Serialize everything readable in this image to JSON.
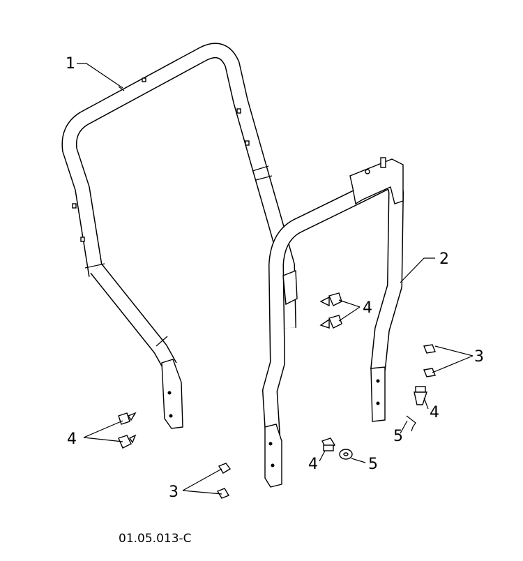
{
  "callouts": {
    "c1": "1",
    "c2": "2",
    "c3_right": "3",
    "c3_bottom": "3",
    "c4_center": "4",
    "c4_left": "4",
    "c4_right": "4",
    "c4_bottom": "4",
    "c5_right": "5",
    "c5_left": "5"
  },
  "figure_number": "01.05.013-C"
}
